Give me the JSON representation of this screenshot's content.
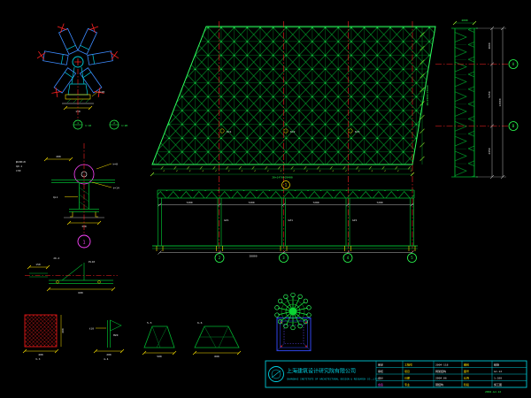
{
  "colors": {
    "background": "#000000",
    "lattice_green": "#00b52f",
    "bright_green": "#2eff5e",
    "cyan": "#00cfe0",
    "blue": "#3d8bff",
    "red": "#ff2222",
    "magenta": "#ff45ff",
    "yellow": "#ffe400",
    "white": "#e8e8e8",
    "navy": "#2b3fd6"
  },
  "node_detail": {
    "plate_note": "t=20",
    "dim": "150"
  },
  "callouts": {
    "b1": "1",
    "b1_scale": "1:10",
    "b2": "2",
    "b2_scale": "1:20"
  },
  "section1": {
    "note1": "φ180×8",
    "note2": "QZ-1",
    "note3": "C30",
    "dim_top": "200",
    "leader1": "h=8",
    "leader2": "t=14",
    "col_label": "QL1",
    "dim_bottom": "300",
    "bubble": "1"
  },
  "bracket": {
    "title": "JD-2",
    "dim_left": "150",
    "dim_bottom": "600",
    "note": "PL10"
  },
  "base_plate": {
    "title": "3-3",
    "dim_bottom": "400",
    "dim_right": "400"
  },
  "detail4": {
    "title": "4-4",
    "dim": "200",
    "leader": "t10",
    "note": "M20"
  },
  "wedge1": {
    "title": "5-5",
    "dim": "500"
  },
  "wedge2": {
    "title": "6-6",
    "dim": "800"
  },
  "roof_grid": {
    "bottom_dim": "20×1470=29400",
    "side_dim": "10×1560=15600",
    "tag1": "KJ1",
    "tag2": "KJ2",
    "tag3": "KJ3"
  },
  "elevation": {
    "callout": "1",
    "bay1": "7200",
    "bay2": "7200",
    "bay3": "7200",
    "bay4": "7200",
    "col1": "GZ1",
    "col2": "GZ1",
    "col3": "GZ1",
    "total": "28800",
    "axis1": "2",
    "axis2": "3",
    "axis3": "4",
    "axis4": "5"
  },
  "side_section": {
    "top_dim": "2000",
    "seg1": "3000",
    "seg2": "5250",
    "seg3": "4350",
    "total": "12600",
    "axis_a": "A",
    "axis_b": "B"
  },
  "title_block": {
    "company_cn": "上海建筑设计研究院有限公司",
    "company_en": "SHANGHAI INSTITUTE OF ARCHITECTURAL DESIGN & RESEARCH CO.,LTD.",
    "row1": "审定",
    "row2": "审核",
    "row3": "设计",
    "sign": "会签",
    "f1k": "工程号",
    "f1v": "2004-118",
    "f2k": "图别",
    "f2v": "结施",
    "f3k": "项目",
    "f3v": "网架结构",
    "f4k": "图号",
    "f4v": "GJ-12",
    "f5k": "日期",
    "f5v": "2004.06",
    "f6k": "比例",
    "f6v": "1:100",
    "f7k": "专业",
    "f7v": "钢结构",
    "f8k": "阶段",
    "f8v": "施工图",
    "corner_note": "2004.GJ.12"
  }
}
